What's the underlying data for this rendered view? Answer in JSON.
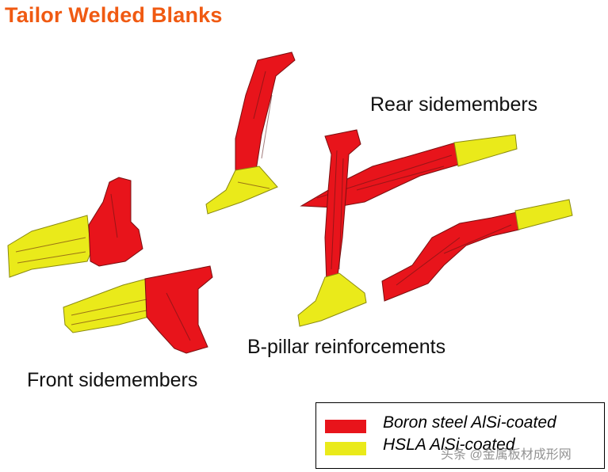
{
  "title": "Tailor Welded Blanks",
  "labels": {
    "rear_sidemembers": "Rear sidemembers",
    "b_pillar": "B-pillar reinforcements",
    "front_sidemembers": "Front sidemembers"
  },
  "legend": [
    {
      "label": "Boron steel AlSi-coated",
      "color": "#e8141b"
    },
    {
      "label": "HSLA AlSi-coated",
      "color": "#eaea1a"
    }
  ],
  "watermark": "头条 @金属板材成形网",
  "colors": {
    "title": "#f05a12",
    "boron": "#e8141b",
    "hsla": "#eaea1a",
    "outline": "#7a0f10"
  }
}
